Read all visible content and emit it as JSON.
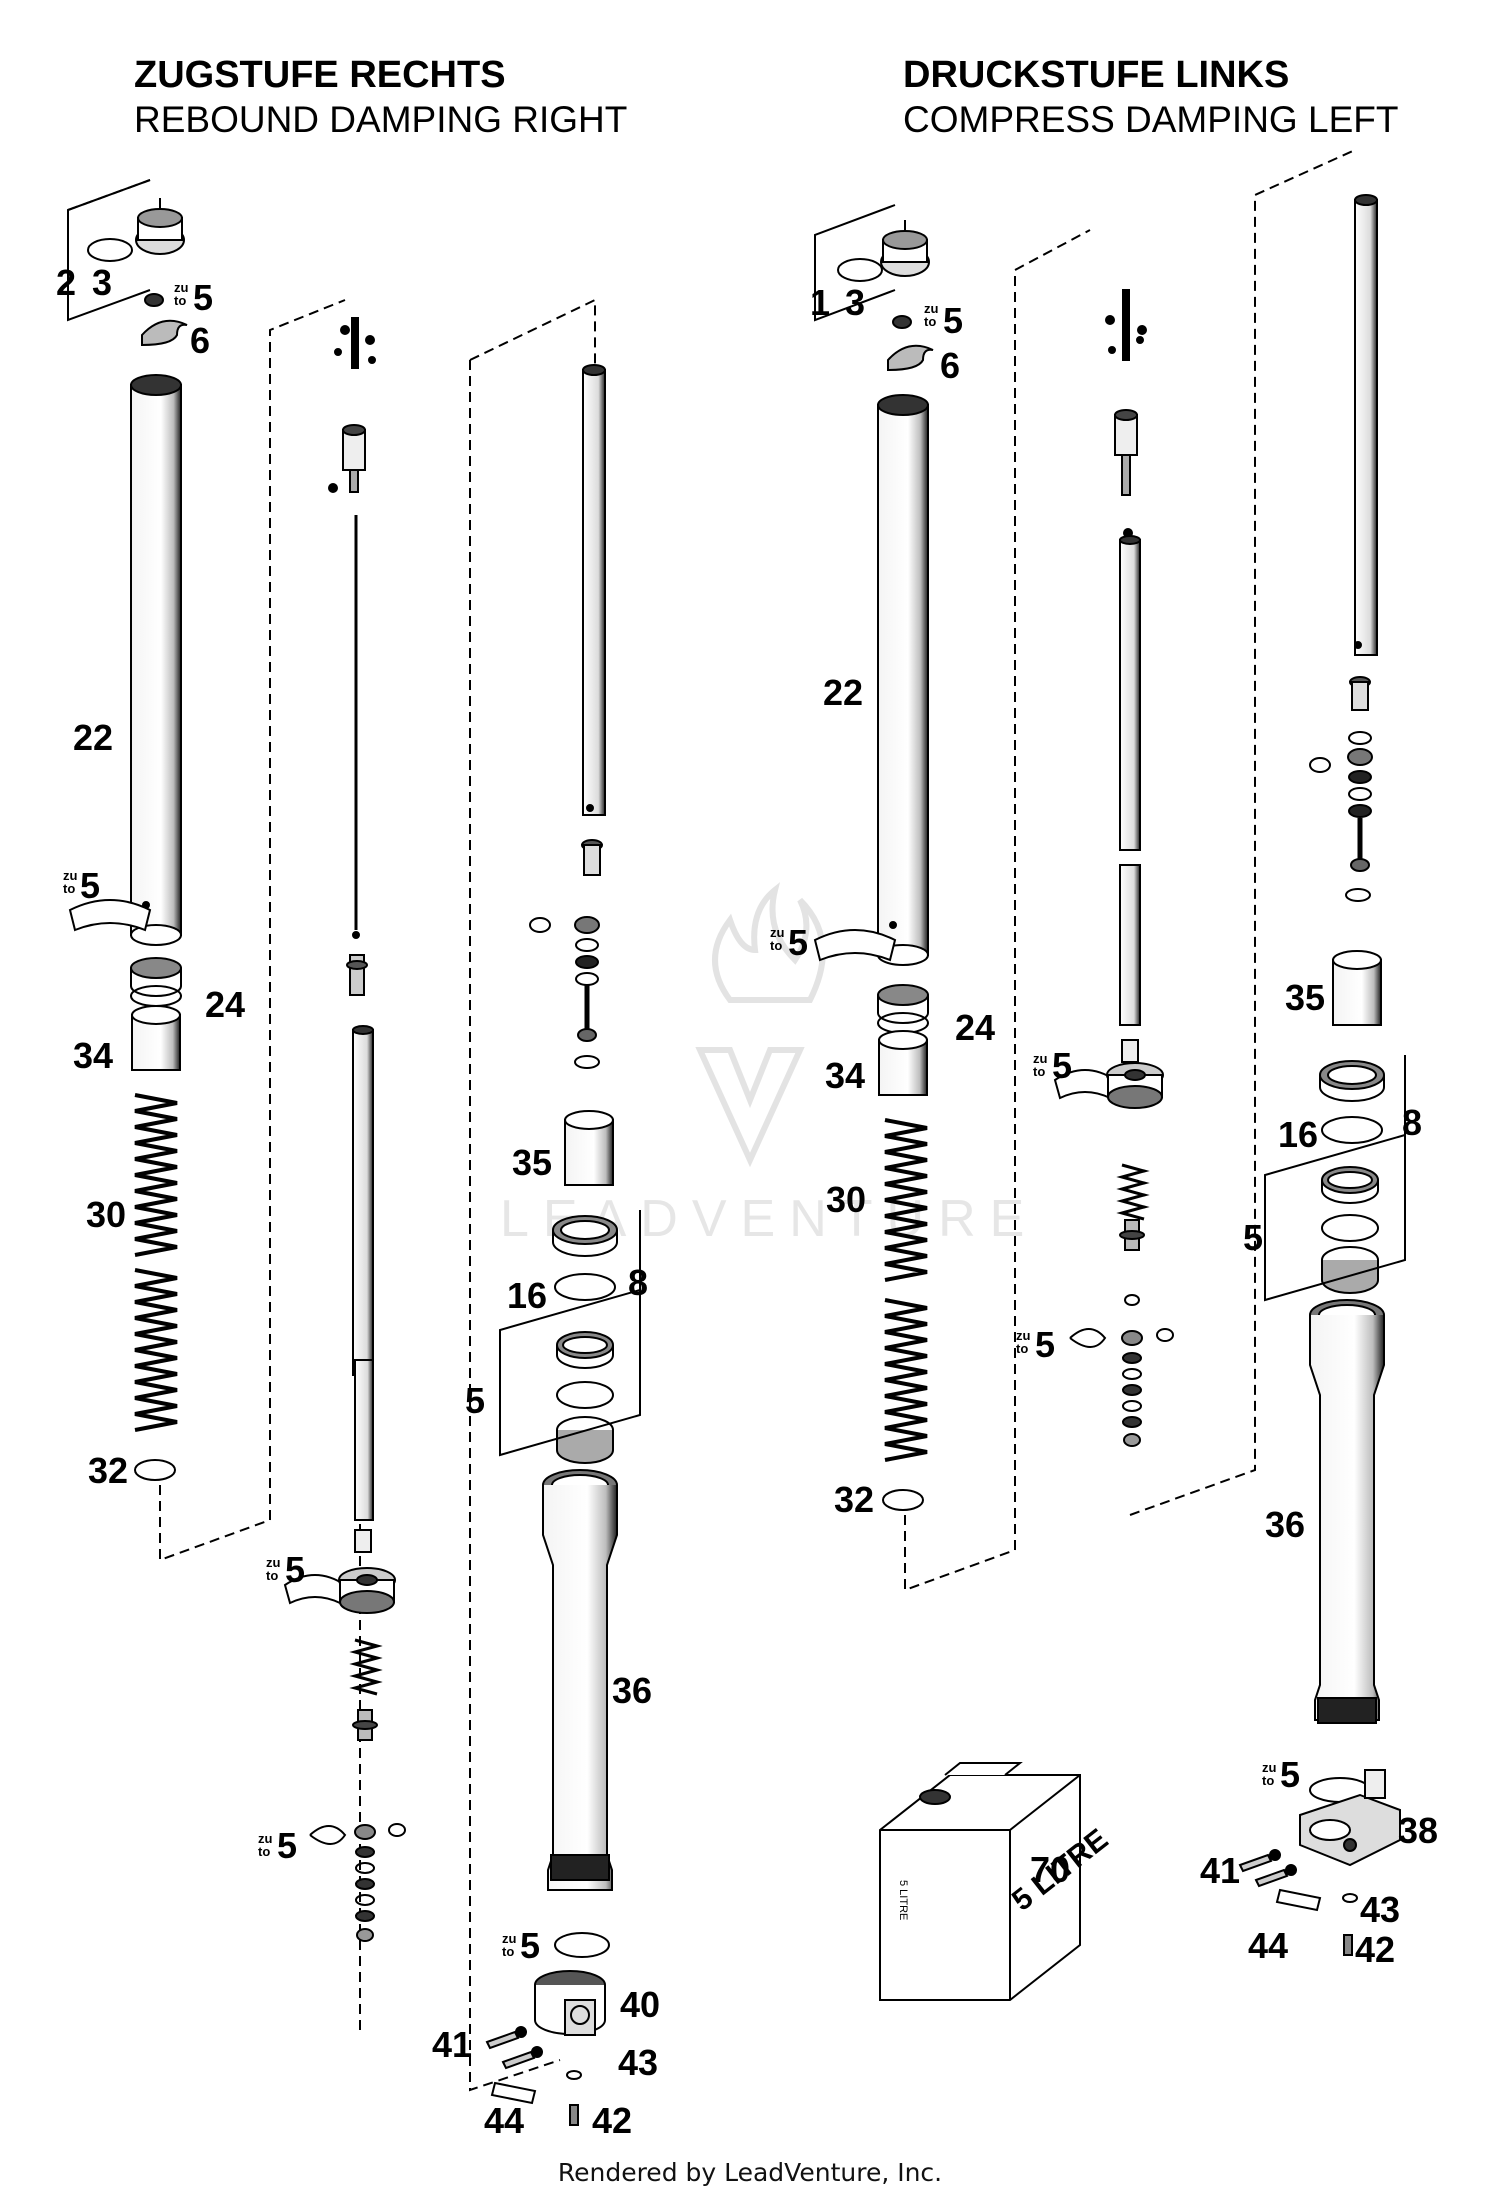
{
  "headers": {
    "right": {
      "de": "ZUGSTUFE RECHTS",
      "en": "REBOUND DAMPING RIGHT"
    },
    "left": {
      "de": "DRUCKSTUFE LINKS",
      "en": "COMPRESS DAMPING LEFT"
    }
  },
  "zu_to": {
    "zu": "zu",
    "to": "to"
  },
  "labels": {
    "l_2": "2",
    "l_3": "3",
    "l_5a": "5",
    "l_6": "6",
    "l_22": "22",
    "l_5b": "5",
    "l_24": "24",
    "l_34": "34",
    "l_30": "30",
    "l_32": "32",
    "l_5c": "5",
    "l_5d": "5",
    "l_35": "35",
    "l_16": "16",
    "l_8": "8",
    "l_5e": "5",
    "l_36": "36",
    "l_5f": "5",
    "l_40": "40",
    "l_41": "41",
    "l_43": "43",
    "l_44": "44",
    "l_42": "42",
    "r_1": "1",
    "r_3": "3",
    "r_5a": "5",
    "r_6": "6",
    "r_22": "22",
    "r_5b": "5",
    "r_24": "24",
    "r_34": "34",
    "r_30": "30",
    "r_32": "32",
    "r_5c": "5",
    "r_5d": "5",
    "r_35": "35",
    "r_16": "16",
    "r_8": "8",
    "r_5e": "5",
    "r_36": "36",
    "r_5f": "5",
    "r_38": "38",
    "r_41": "41",
    "r_43": "43",
    "r_44": "44",
    "r_42": "42",
    "r_70": "70"
  },
  "oil_can": {
    "text": "5 LITRE",
    "side_text": "5 LITRE"
  },
  "watermark": {
    "text": "LEADVENTURE",
    "icon": "leadventure-logo-icon"
  },
  "footer": {
    "text": "Rendered by LeadVenture, Inc."
  }
}
